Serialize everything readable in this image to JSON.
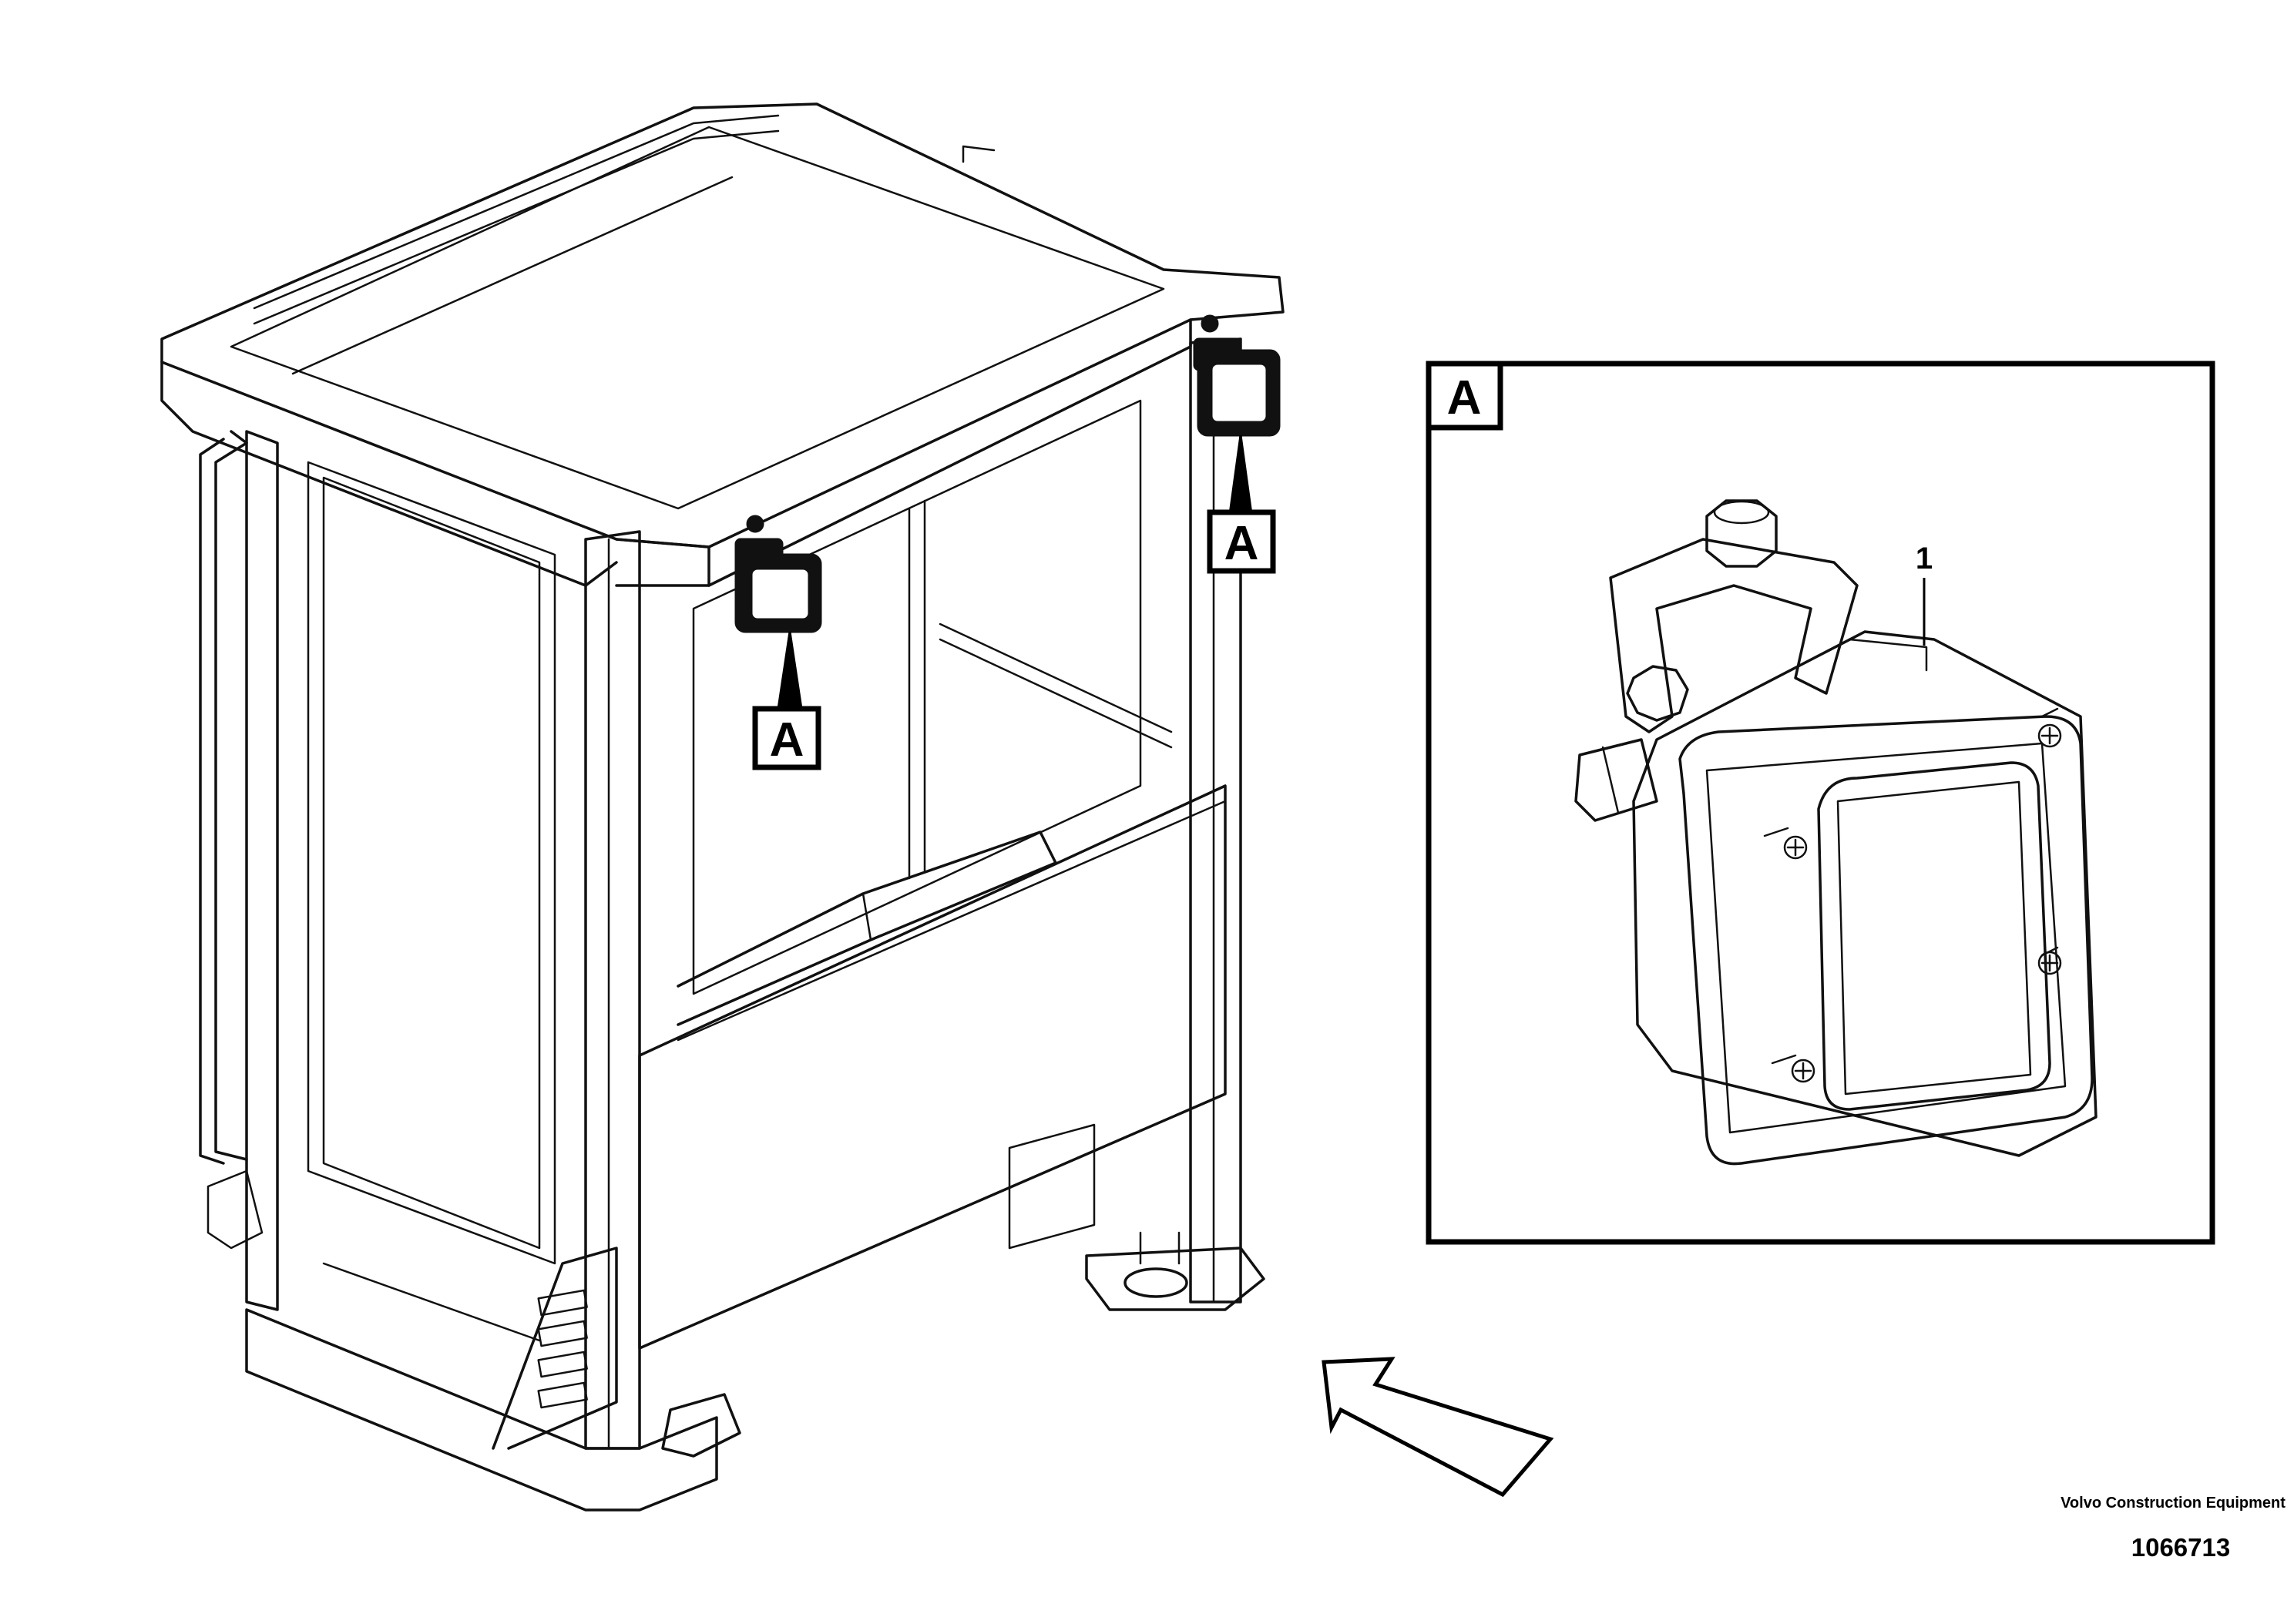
{
  "diagram": {
    "callout_letter": "A",
    "detail_title": "A",
    "part_number_label": "1"
  },
  "footer": {
    "company": "Volvo Construction Equipment",
    "drawing_number": "1066713"
  }
}
